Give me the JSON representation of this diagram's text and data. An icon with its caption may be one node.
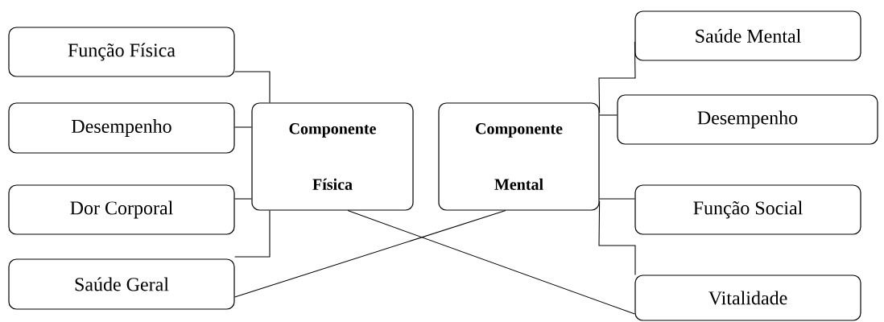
{
  "diagram": {
    "nodes": [
      {
        "text": [
          "Função Física"
        ]
      },
      {
        "text": [
          "Desempenho"
        ]
      },
      {
        "text": [
          "Dor Corporal"
        ]
      },
      {
        "text": [
          "Saúde Geral"
        ]
      },
      {
        "text": [
          "Componente Física"
        ]
      },
      {
        "text": [
          "Componente Mental"
        ]
      },
      {
        "text": [
          "Saúde Mental"
        ]
      },
      {
        "text": [
          "Desempenho"
        ]
      },
      {
        "text": [
          "Função Social"
        ]
      },
      {
        "text": [
          "Vitalidade"
        ]
      }
    ],
    "edges": [
      {
        "from": 0,
        "to": 4,
        "arrow": "none"
      },
      {
        "from": 1,
        "to": 4,
        "arrow": "none"
      },
      {
        "from": 2,
        "to": 4,
        "arrow": "none"
      },
      {
        "from": 3,
        "to": 4,
        "arrow": "none"
      },
      {
        "from": 3,
        "to": 5,
        "arrow": "none"
      },
      {
        "from": 4,
        "to": 9,
        "arrow": "none"
      },
      {
        "from": 5,
        "to": 6,
        "arrow": "none"
      },
      {
        "from": 5,
        "to": 7,
        "arrow": "none"
      },
      {
        "from": 5,
        "to": 8,
        "arrow": "none"
      },
      {
        "from": 5,
        "to": 9,
        "arrow": "none"
      }
    ]
  }
}
